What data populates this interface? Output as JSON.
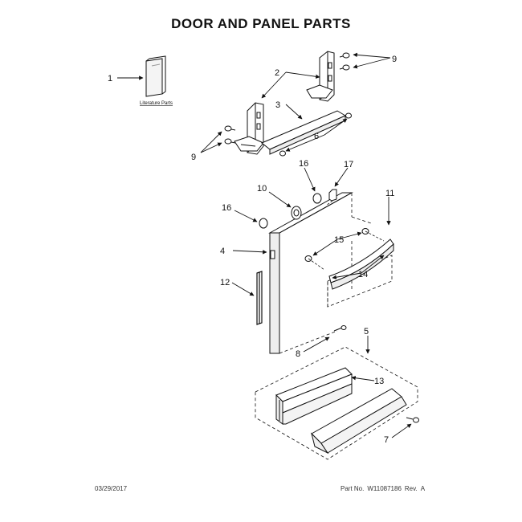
{
  "title": "DOOR AND PANEL PARTS",
  "literature_label": "Literature Parts",
  "callouts": {
    "c1": "1",
    "c2": "2",
    "c3": "3",
    "c4": "4",
    "c5": "5",
    "c6": "6",
    "c7": "7",
    "c8": "8",
    "c9_top": "9",
    "c9_left": "9",
    "c10": "10",
    "c11": "11",
    "c12": "12",
    "c13": "13",
    "c14": "14",
    "c15": "15",
    "c16_top": "16",
    "c16_left": "16",
    "c17": "17"
  },
  "footer": {
    "date": "03/29/2017",
    "part_label": "Part No.",
    "part_number": "W11087186",
    "rev_label": "Rev.",
    "rev_value": "A"
  }
}
